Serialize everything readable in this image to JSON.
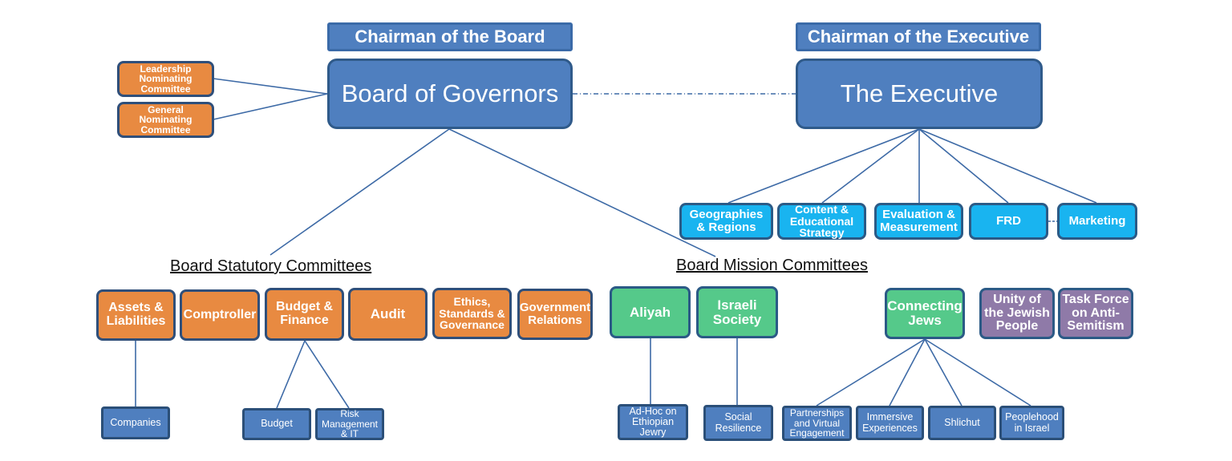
{
  "top": {
    "chairman_board": "Chairman of the Board",
    "chairman_executive": "Chairman of the Executive",
    "board_of_governors": "Board of Governors",
    "the_executive": "The Executive"
  },
  "nominating": {
    "leadership": "Leadership\nNominating\nCommittee",
    "general": "General\nNominating\nCommittee"
  },
  "executive_units": {
    "geographies": "Geographies\n& Regions",
    "content": "Content &\nEducational\nStrategy",
    "evaluation": "Evaluation &\nMeasurement",
    "frd": "FRD",
    "marketing": "Marketing"
  },
  "headings": {
    "statutory": "Board Statutory Committees",
    "mission": "Board Mission Committees"
  },
  "statutory": {
    "assets": "Assets &\nLiabilities",
    "comptroller": "Comptroller",
    "budget_finance": "Budget &\nFinance",
    "audit": "Audit",
    "ethics": "Ethics,\nStandards &\nGovernance",
    "government": "Government\nRelations"
  },
  "mission": {
    "aliyah": "Aliyah",
    "israeli_society": "Israeli\nSociety",
    "connecting_jews": "Connecting\nJews",
    "unity": "Unity of\nthe Jewish\nPeople",
    "task_force": "Task Force\non Anti-\nSemitism"
  },
  "subcommittees": {
    "companies": "Companies",
    "budget": "Budget",
    "risk": "Risk\nManagement\n& IT",
    "adhoc": "Ad-Hoc on\nEthiopian\nJewry",
    "social": "Social\nResilience",
    "partnerships": "Partnerships\nand Virtual\nEngagement",
    "immersive": "Immersive\nExperiences",
    "shlichut": "Shlichut",
    "peoplehood": "Peoplehood\nin Israel"
  },
  "colors": {
    "blue": "#4f7fbf",
    "orange": "#e88a41",
    "cyan": "#19b4f0",
    "green": "#55c98a",
    "purple": "#8f7aa8",
    "line": "#3d6aa6"
  }
}
